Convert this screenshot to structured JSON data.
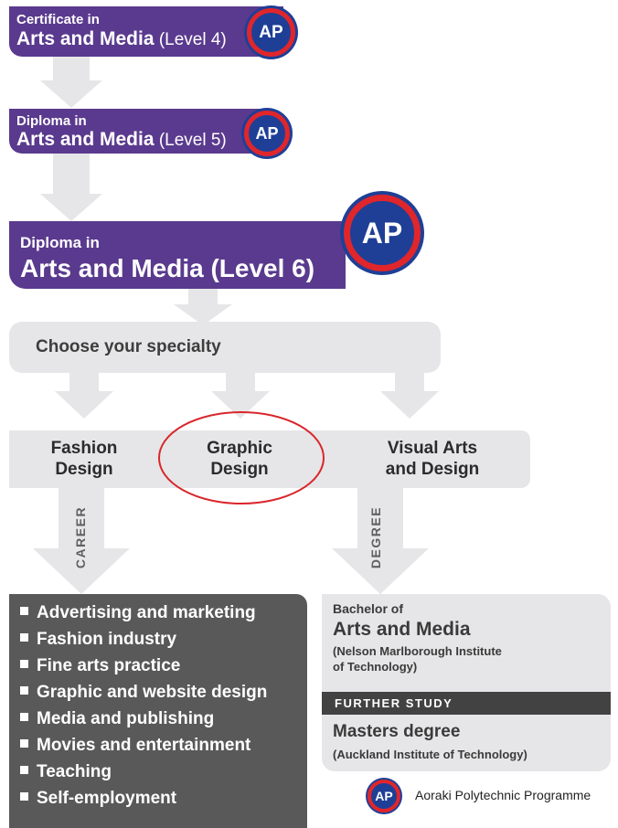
{
  "level4": {
    "prefix": "Certificate in",
    "title": "Arts and Media",
    "level": "(Level 4)",
    "badge": "AP"
  },
  "level5": {
    "prefix": "Diploma in",
    "title": "Arts and Media",
    "level": "(Level 5)",
    "badge": "AP"
  },
  "level6": {
    "prefix": "Diploma in",
    "title": "Arts and Media (Level 6)",
    "badge": "AP"
  },
  "choose": {
    "label": "Choose your specialty"
  },
  "specialties": [
    {
      "line1": "Fashion",
      "line2": "Design"
    },
    {
      "line1": "Graphic",
      "line2": "Design"
    },
    {
      "line1": "Visual Arts",
      "line2": "and Design"
    }
  ],
  "career": {
    "label": "CAREER",
    "items": [
      "Advertising and marketing",
      "Fashion industry",
      "Fine arts practice",
      "Graphic and website design",
      "Media and publishing",
      "Movies and entertainment",
      "Teaching",
      "Self-employment"
    ]
  },
  "degree": {
    "label": "DEGREE",
    "prefix": "Bachelor of",
    "title": "Arts and Media",
    "institution_line1": "(Nelson Marlborough Institute",
    "institution_line2": "of Technology)",
    "further_label": "FURTHER STUDY",
    "masters": "Masters degree",
    "masters_institution": "(Auckland Institute of Technology)"
  },
  "legend": {
    "badge": "AP",
    "text": "Aoraki Polytechnic Programme"
  },
  "colors": {
    "purple": "#5a3a8e",
    "badge_blue": "#1f3f96",
    "badge_ring": "#e0262b",
    "grey_arrow": "#e6e6e8",
    "career_box": "#595959",
    "further_bar": "#424242",
    "highlight_circle": "#d9262b"
  }
}
